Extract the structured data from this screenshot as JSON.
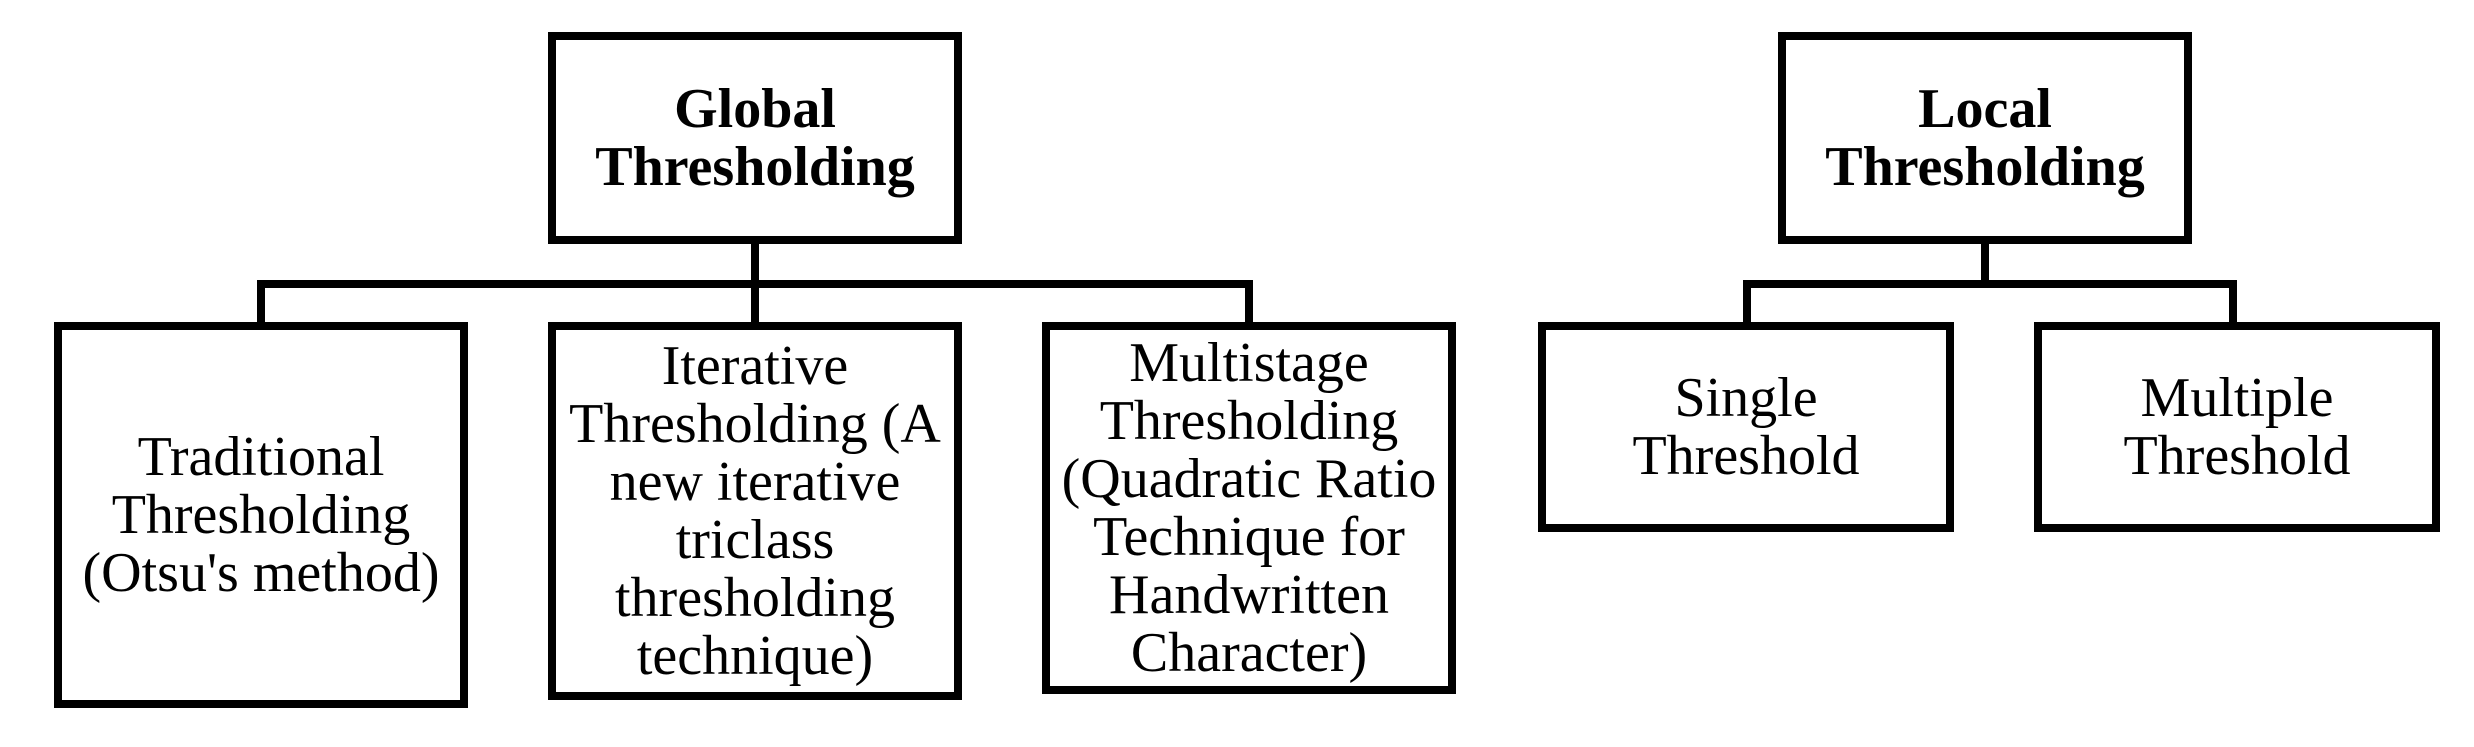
{
  "global": {
    "title": [
      "Global",
      "Thresholding"
    ],
    "children": [
      {
        "lines": [
          "Traditional",
          "Thresholding",
          "(Otsu's method)"
        ]
      },
      {
        "lines": [
          "Iterative",
          "Thresholding (A",
          "new iterative",
          "triclass",
          "thresholding",
          "technique)"
        ]
      },
      {
        "lines": [
          "Multistage",
          "Thresholding",
          "(Quadratic Ratio",
          "Technique for",
          "Handwritten",
          "Character)"
        ]
      }
    ]
  },
  "local": {
    "title": [
      "Local",
      "Thresholding"
    ],
    "children": [
      {
        "lines": [
          "Single",
          "Threshold"
        ]
      },
      {
        "lines": [
          "Multiple",
          "Threshold"
        ]
      }
    ]
  }
}
